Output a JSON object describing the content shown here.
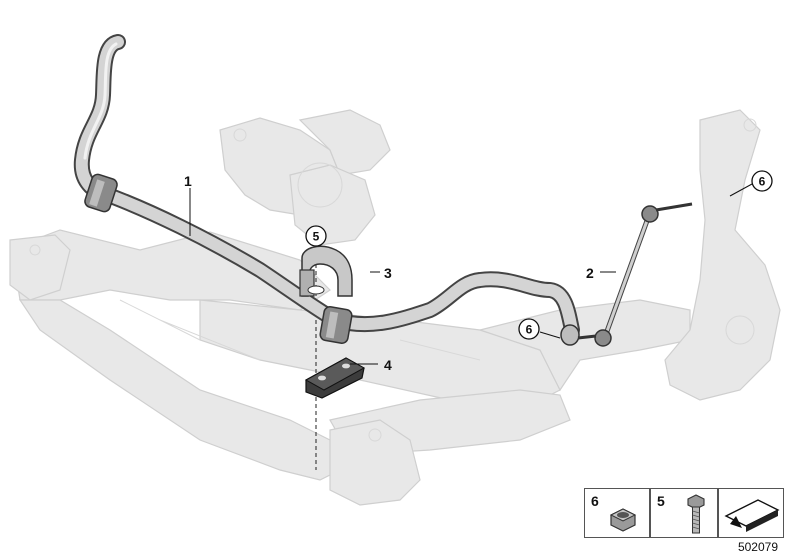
{
  "callouts": {
    "c1": "1",
    "c2": "2",
    "c3": "3",
    "c4": "4",
    "c5": "5",
    "c6a": "6",
    "c6b": "6"
  },
  "legend": {
    "item_nut": "6",
    "item_bolt": "5"
  },
  "drawing_id": "502079",
  "colors": {
    "frame_fill": "#e6e6e6",
    "frame_stroke": "#c8c8c8",
    "part_fill": "#cfcfcf",
    "part_stroke": "#444444"
  }
}
